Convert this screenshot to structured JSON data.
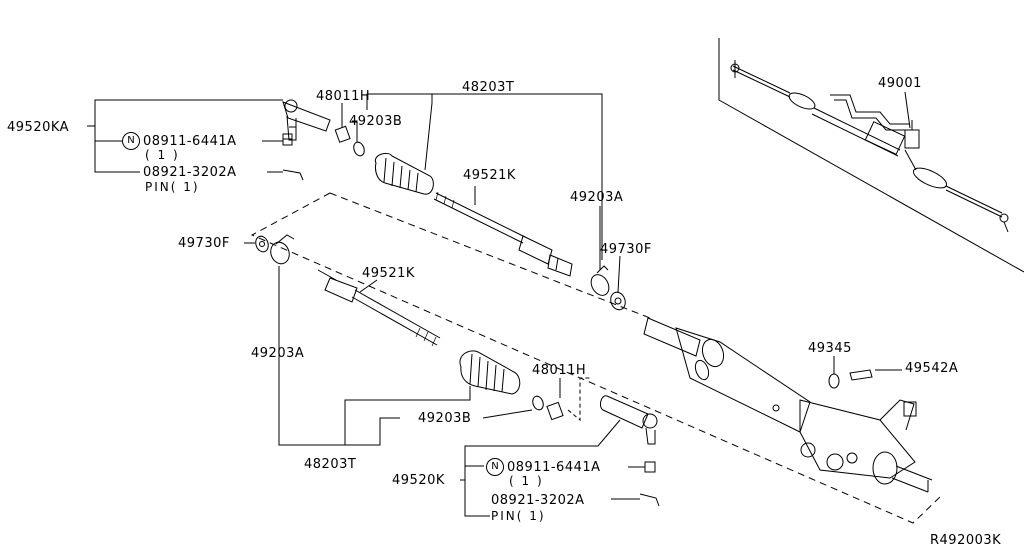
{
  "diagram_id": "R492003K",
  "callouts": {
    "assembly": "49001",
    "tie_rod_end_left": "49520KA",
    "tie_rod_end_right": "49520K",
    "nut_part": "08911-6441A",
    "nut_qty": "( 1 )",
    "pin_part": "08921-3202A",
    "pin_qty": "PIN( 1)",
    "lock_nut_upper": "48011H",
    "lock_nut_lower": "48011H",
    "boot_kit_upper": "48203T",
    "boot_kit_lower": "48203T",
    "clamp_b_upper": "49203B",
    "clamp_b_lower": "49203B",
    "clamp_a_upper": "49203A",
    "clamp_a_lower": "49203A",
    "inner_socket_upper": "49521K",
    "inner_socket_lower": "49521K",
    "washer_left": "49730F",
    "washer_right": "49730F",
    "seal": "49345",
    "fitting": "49542A",
    "n_marker": "N"
  }
}
